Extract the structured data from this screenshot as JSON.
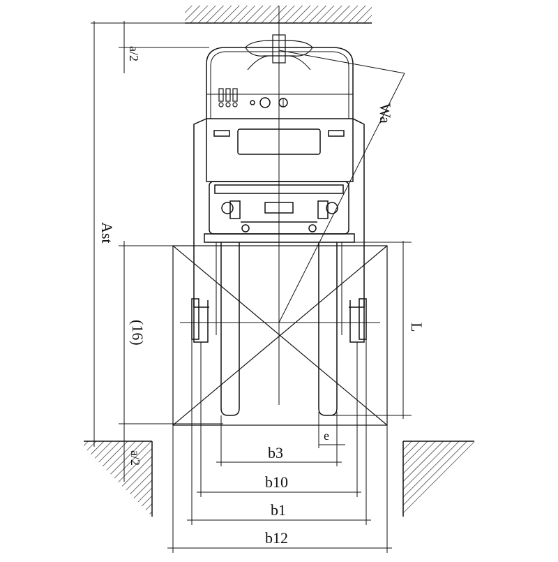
{
  "drawing": {
    "type": "pallet-truck-dimension-diagram",
    "stroke_color": "#111111",
    "background": "#ffffff",
    "labels": {
      "half_a_top": "a/2",
      "half_a_bottom": "a/2",
      "wa": "Wa",
      "ast": "Ast",
      "sixteen": "(16)",
      "length": "L",
      "e": "e",
      "b3": "b3",
      "b10": "b10",
      "b1": "b1",
      "b12": "b12"
    }
  }
}
